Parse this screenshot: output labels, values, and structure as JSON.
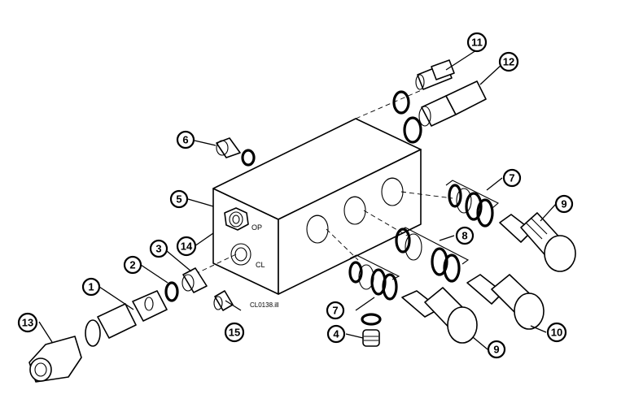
{
  "callouts": {
    "c1": "1",
    "c2": "2",
    "c3": "3",
    "c4": "4",
    "c5": "5",
    "c6": "6",
    "c7a": "7",
    "c7b": "7",
    "c8": "8",
    "c9a": "9",
    "c9b": "9",
    "c10": "10",
    "c11": "11",
    "c12": "12",
    "c13": "13",
    "c14": "14",
    "c15": "15"
  },
  "port_labels": {
    "op": "OP",
    "cl": "CL"
  },
  "drawing_code": "CL0138.ill"
}
